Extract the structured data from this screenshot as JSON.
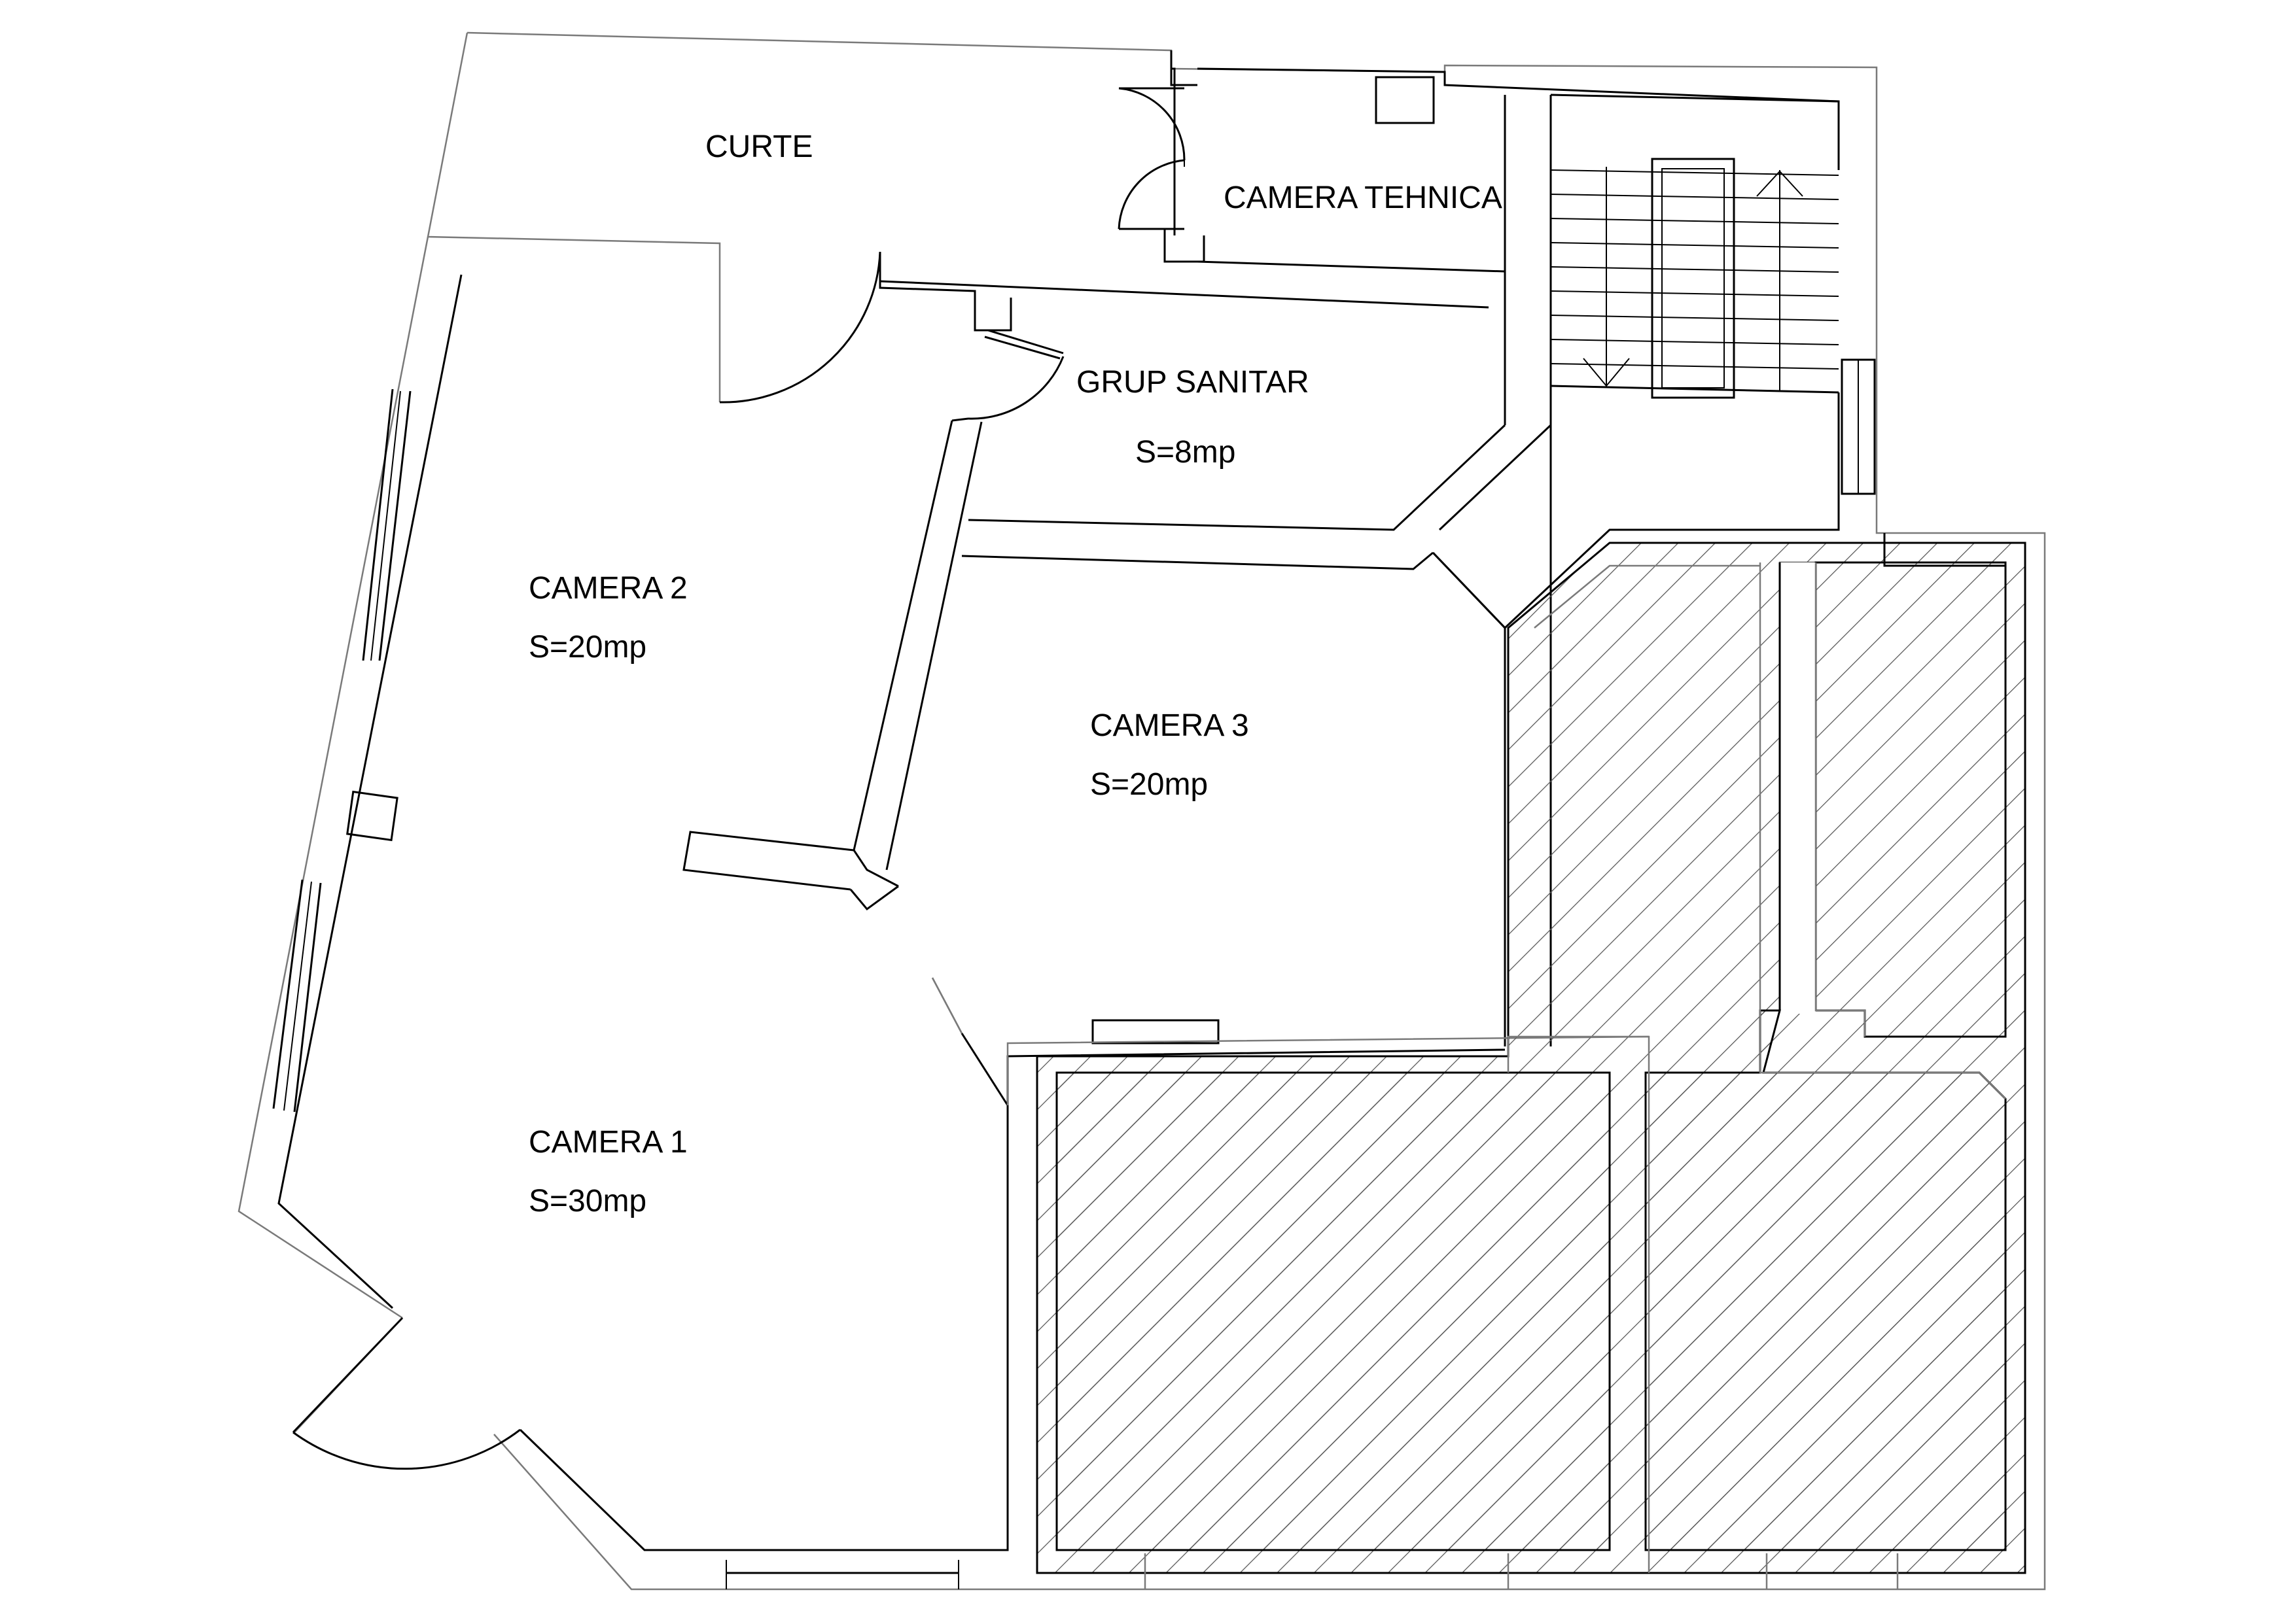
{
  "rooms": {
    "curte": {
      "name": "CURTE"
    },
    "camera_tehnica": {
      "name": "CAMERA TEHNICA"
    },
    "grup_sanitar": {
      "name": "GRUP SANITAR",
      "area": "S=8mp"
    },
    "camera_2": {
      "name": "CAMERA 2",
      "area": "S=20mp"
    },
    "camera_3": {
      "name": "CAMERA 3",
      "area": "S=20mp"
    },
    "camera_1": {
      "name": "CAMERA 1",
      "area": "S=30mp"
    }
  },
  "colors": {
    "line": "#000000",
    "outline_gray": "#7a7a7a",
    "hatch": "#555555",
    "background": "#ffffff"
  }
}
